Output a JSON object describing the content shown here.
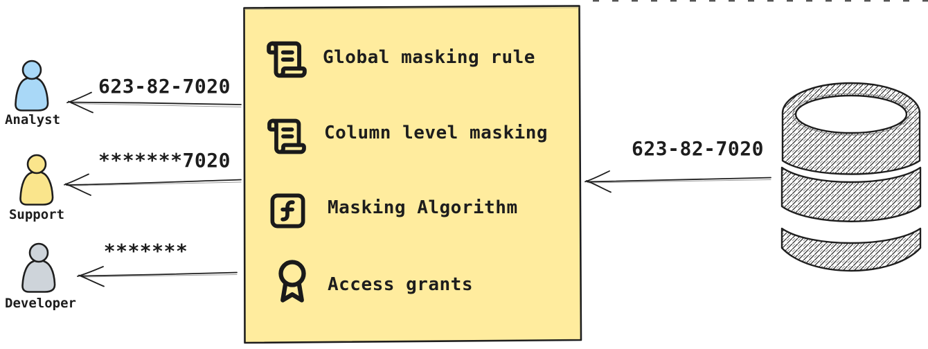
{
  "masking_box": {
    "items": [
      {
        "icon": "scroll-text-icon",
        "label": "Global masking rule"
      },
      {
        "icon": "scroll-text-icon",
        "label": "Column level masking"
      },
      {
        "icon": "function-square-icon",
        "label": "Masking Algorithm"
      },
      {
        "icon": "award-icon",
        "label": "Access grants"
      }
    ],
    "colors": {
      "background": "#ffec9e",
      "border": "#1e1e1e"
    }
  },
  "flows": {
    "database_to_box": {
      "label": "623-82-7020"
    },
    "box_to_analyst": {
      "label": "623-82-7020"
    },
    "box_to_support": {
      "label": "*******7020"
    },
    "box_to_developer": {
      "label": "*******"
    }
  },
  "consumers": [
    {
      "name": "Analyst",
      "fill": "#a9d8f7"
    },
    {
      "name": "Support",
      "fill": "#fae58c"
    },
    {
      "name": "Developer",
      "fill": "#ced4da"
    }
  ],
  "source": {
    "name": "database"
  }
}
